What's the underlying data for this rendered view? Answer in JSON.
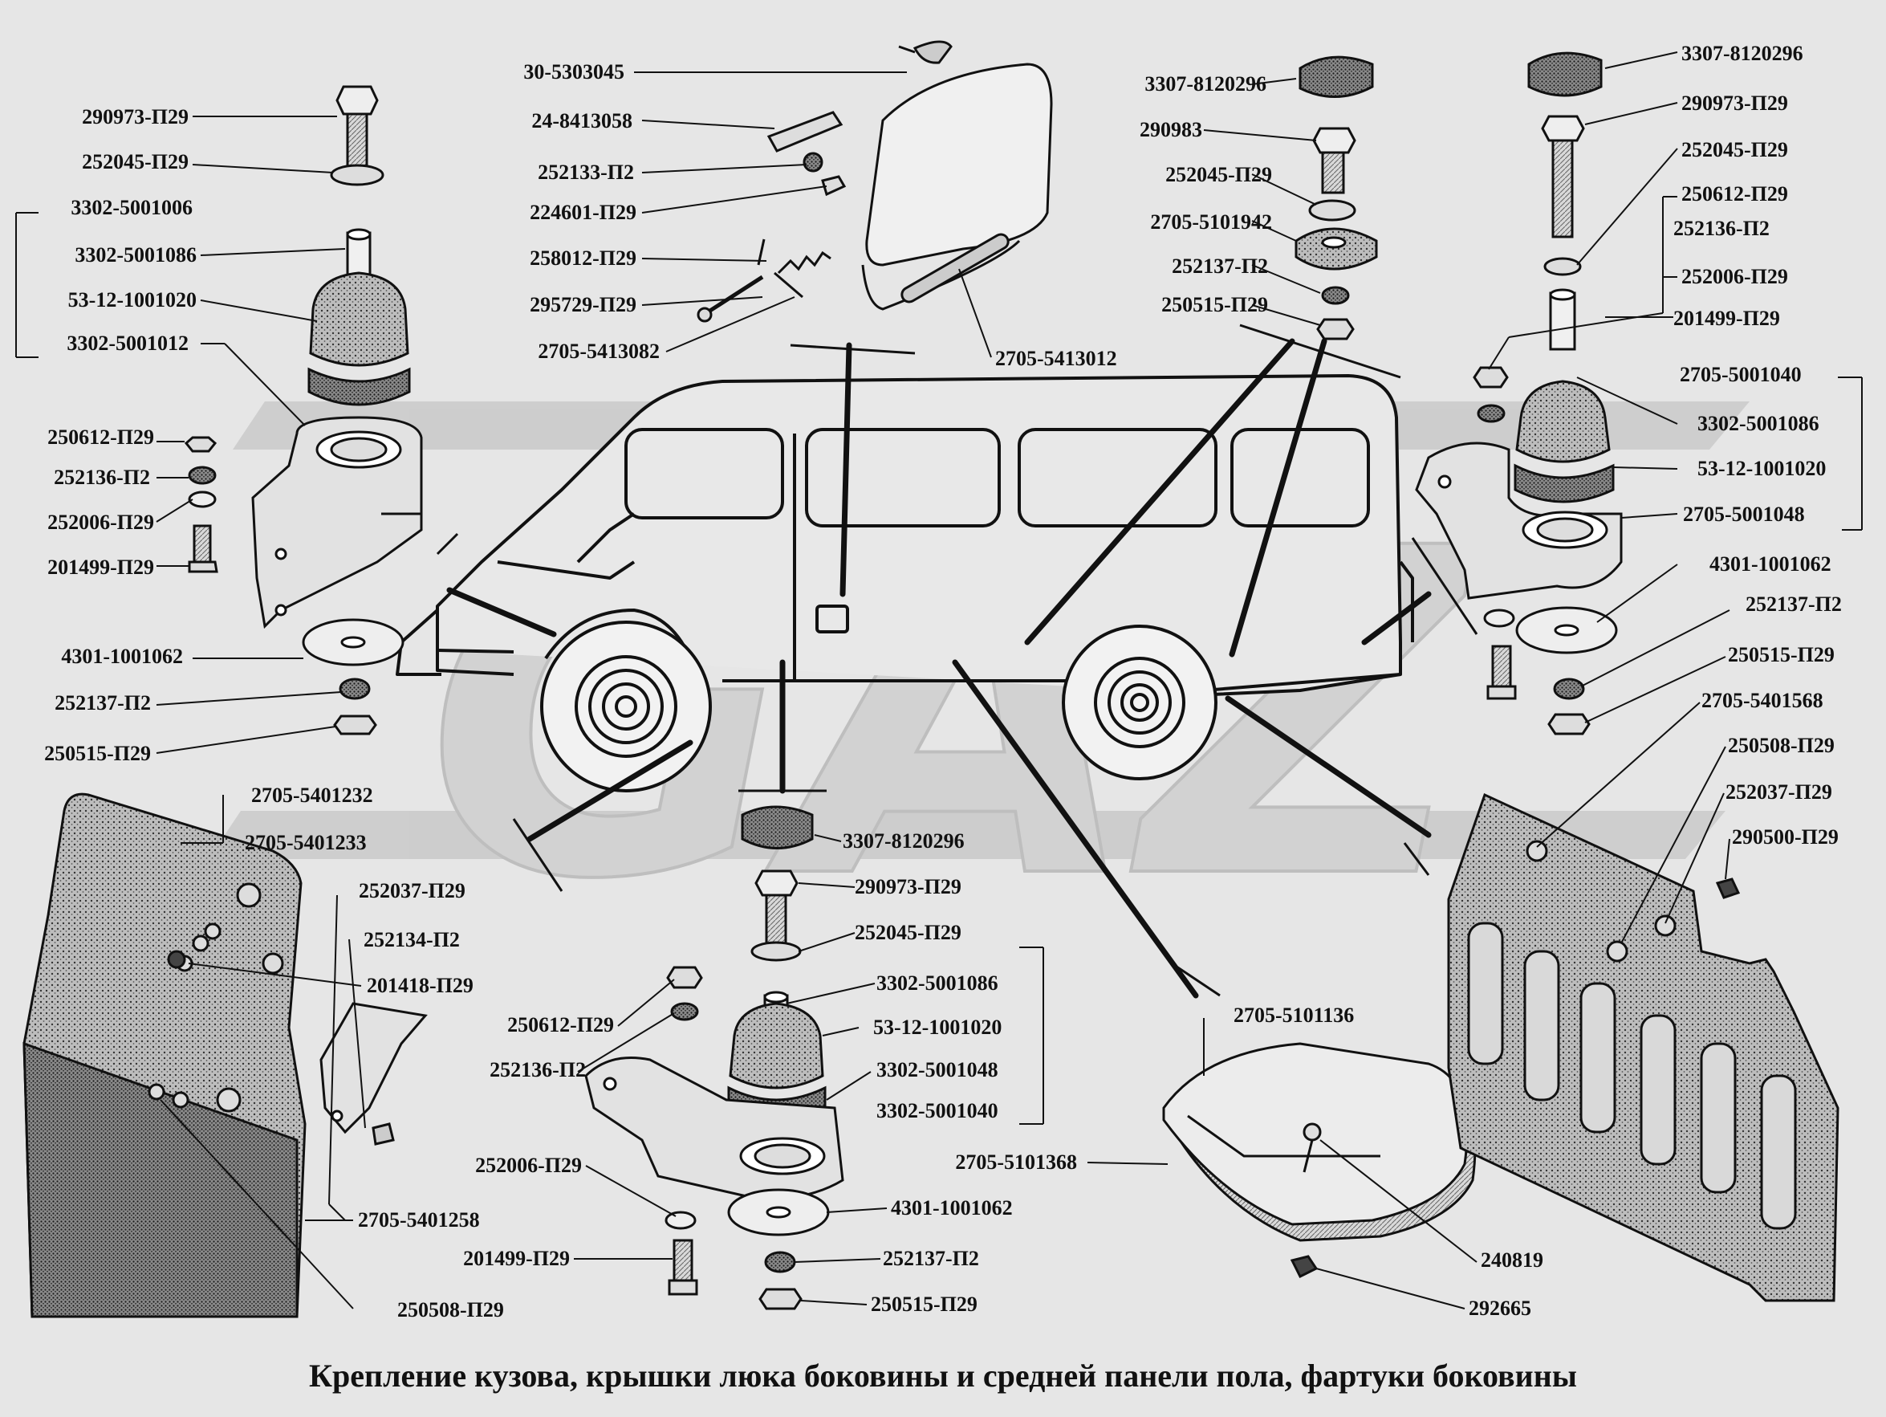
{
  "caption": "Крепление кузова, крышки люка боковины и средней панели пола, фартуки боковины",
  "watermark_text": "GAZ",
  "colors": {
    "background": "#e6e6e6",
    "ink": "#111111",
    "watermark": "#c9c9c9"
  },
  "labels": {
    "l01": "290973-П29",
    "l02": "252045-П29",
    "l03": "3302-5001006",
    "l04": "3302-5001086",
    "l05": "53-12-1001020",
    "l06": "3302-5001012",
    "l07": "250612-П29",
    "l08": "252136-П2",
    "l09": "252006-П29",
    "l10": "201499-П29",
    "l11": "4301-1001062",
    "l12": "252137-П2",
    "l13": "250515-П29",
    "l14": "2705-5401232",
    "l15": "2705-5401233",
    "l16": "252037-П29",
    "l17": "252134-П2",
    "l18": "201418-П29",
    "l19": "2705-5401258",
    "l20": "250508-П29",
    "l21": "30-5303045",
    "l22": "24-8413058",
    "l23": "252133-П2",
    "l24": "224601-П29",
    "l25": "258012-П29",
    "l26": "295729-П29",
    "l27": "2705-5413082",
    "l28": "2705-5413012",
    "l29": "3307-8120296",
    "l30": "290983",
    "l31": "252045-П29",
    "l32": "2705-5101942",
    "l33": "252137-П2",
    "l34": "250515-П29",
    "l35": "3307-8120296",
    "l36": "290973-П29",
    "l37": "252045-П29",
    "l38": "250612-П29",
    "l39": "252136-П2",
    "l40": "252006-П29",
    "l41": "201499-П29",
    "l42": "2705-5001040",
    "l43": "3302-5001086",
    "l44": "53-12-1001020",
    "l45": "2705-5001048",
    "l46": "4301-1001062",
    "l47": "252137-П2",
    "l48": "250515-П29",
    "l49": "2705-5401568",
    "l50": "250508-П29",
    "l51": "252037-П29",
    "l52": "290500-П29",
    "l53": "3307-8120296",
    "l54": "290973-П29",
    "l55": "252045-П29",
    "l56": "3302-5001086",
    "l57": "53-12-1001020",
    "l58": "3302-5001048",
    "l59": "3302-5001040",
    "l60": "250612-П29",
    "l61": "252136-П2",
    "l62": "252006-П29",
    "l63": "4301-1001062",
    "l64": "201499-П29",
    "l65": "252137-П2",
    "l66": "250515-П29",
    "l67": "2705-5101136",
    "l68": "2705-5101368",
    "l69": "240819",
    "l70": "292665"
  }
}
